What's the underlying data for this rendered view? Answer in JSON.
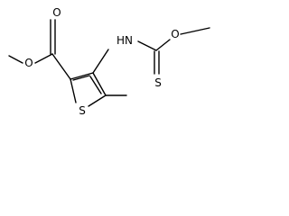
{
  "molecule": {
    "atoms": {
      "ester_ether_o": "O",
      "ester_carbonyl_o": "O",
      "amine": "HN",
      "thioester_ether_o": "O",
      "thione_s": "S",
      "ring_s": "S"
    }
  }
}
